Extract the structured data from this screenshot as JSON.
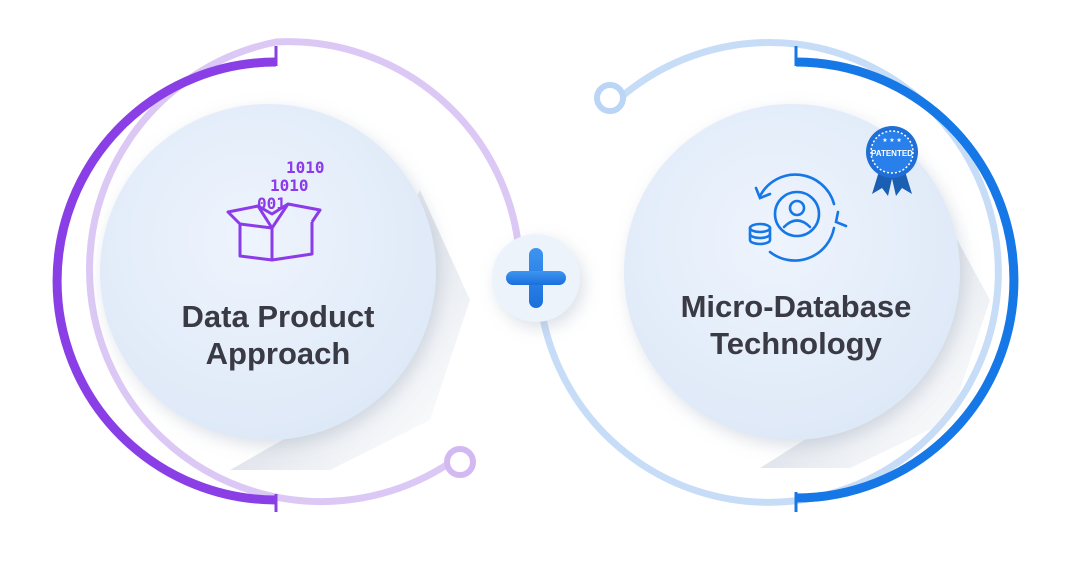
{
  "left_card": {
    "title_line1": "Data Product",
    "title_line2": "Approach",
    "icon": "open-box-with-binary-icon",
    "binary_lines": [
      "1010",
      "1010",
      "001"
    ]
  },
  "right_card": {
    "title_line1": "Micro-Database",
    "title_line2": "Technology",
    "icon": "user-sync-database-icon",
    "badge_text": "PATENTED"
  },
  "connector": {
    "icon": "plus-icon"
  },
  "colors": {
    "purple_ring": "#8a3fe6",
    "purple_light": "#d9c4f4",
    "blue_ring": "#1677e6",
    "blue_light": "#c5dcf6",
    "card_fill": "#e8f0fb",
    "label": "#3a3a44"
  }
}
